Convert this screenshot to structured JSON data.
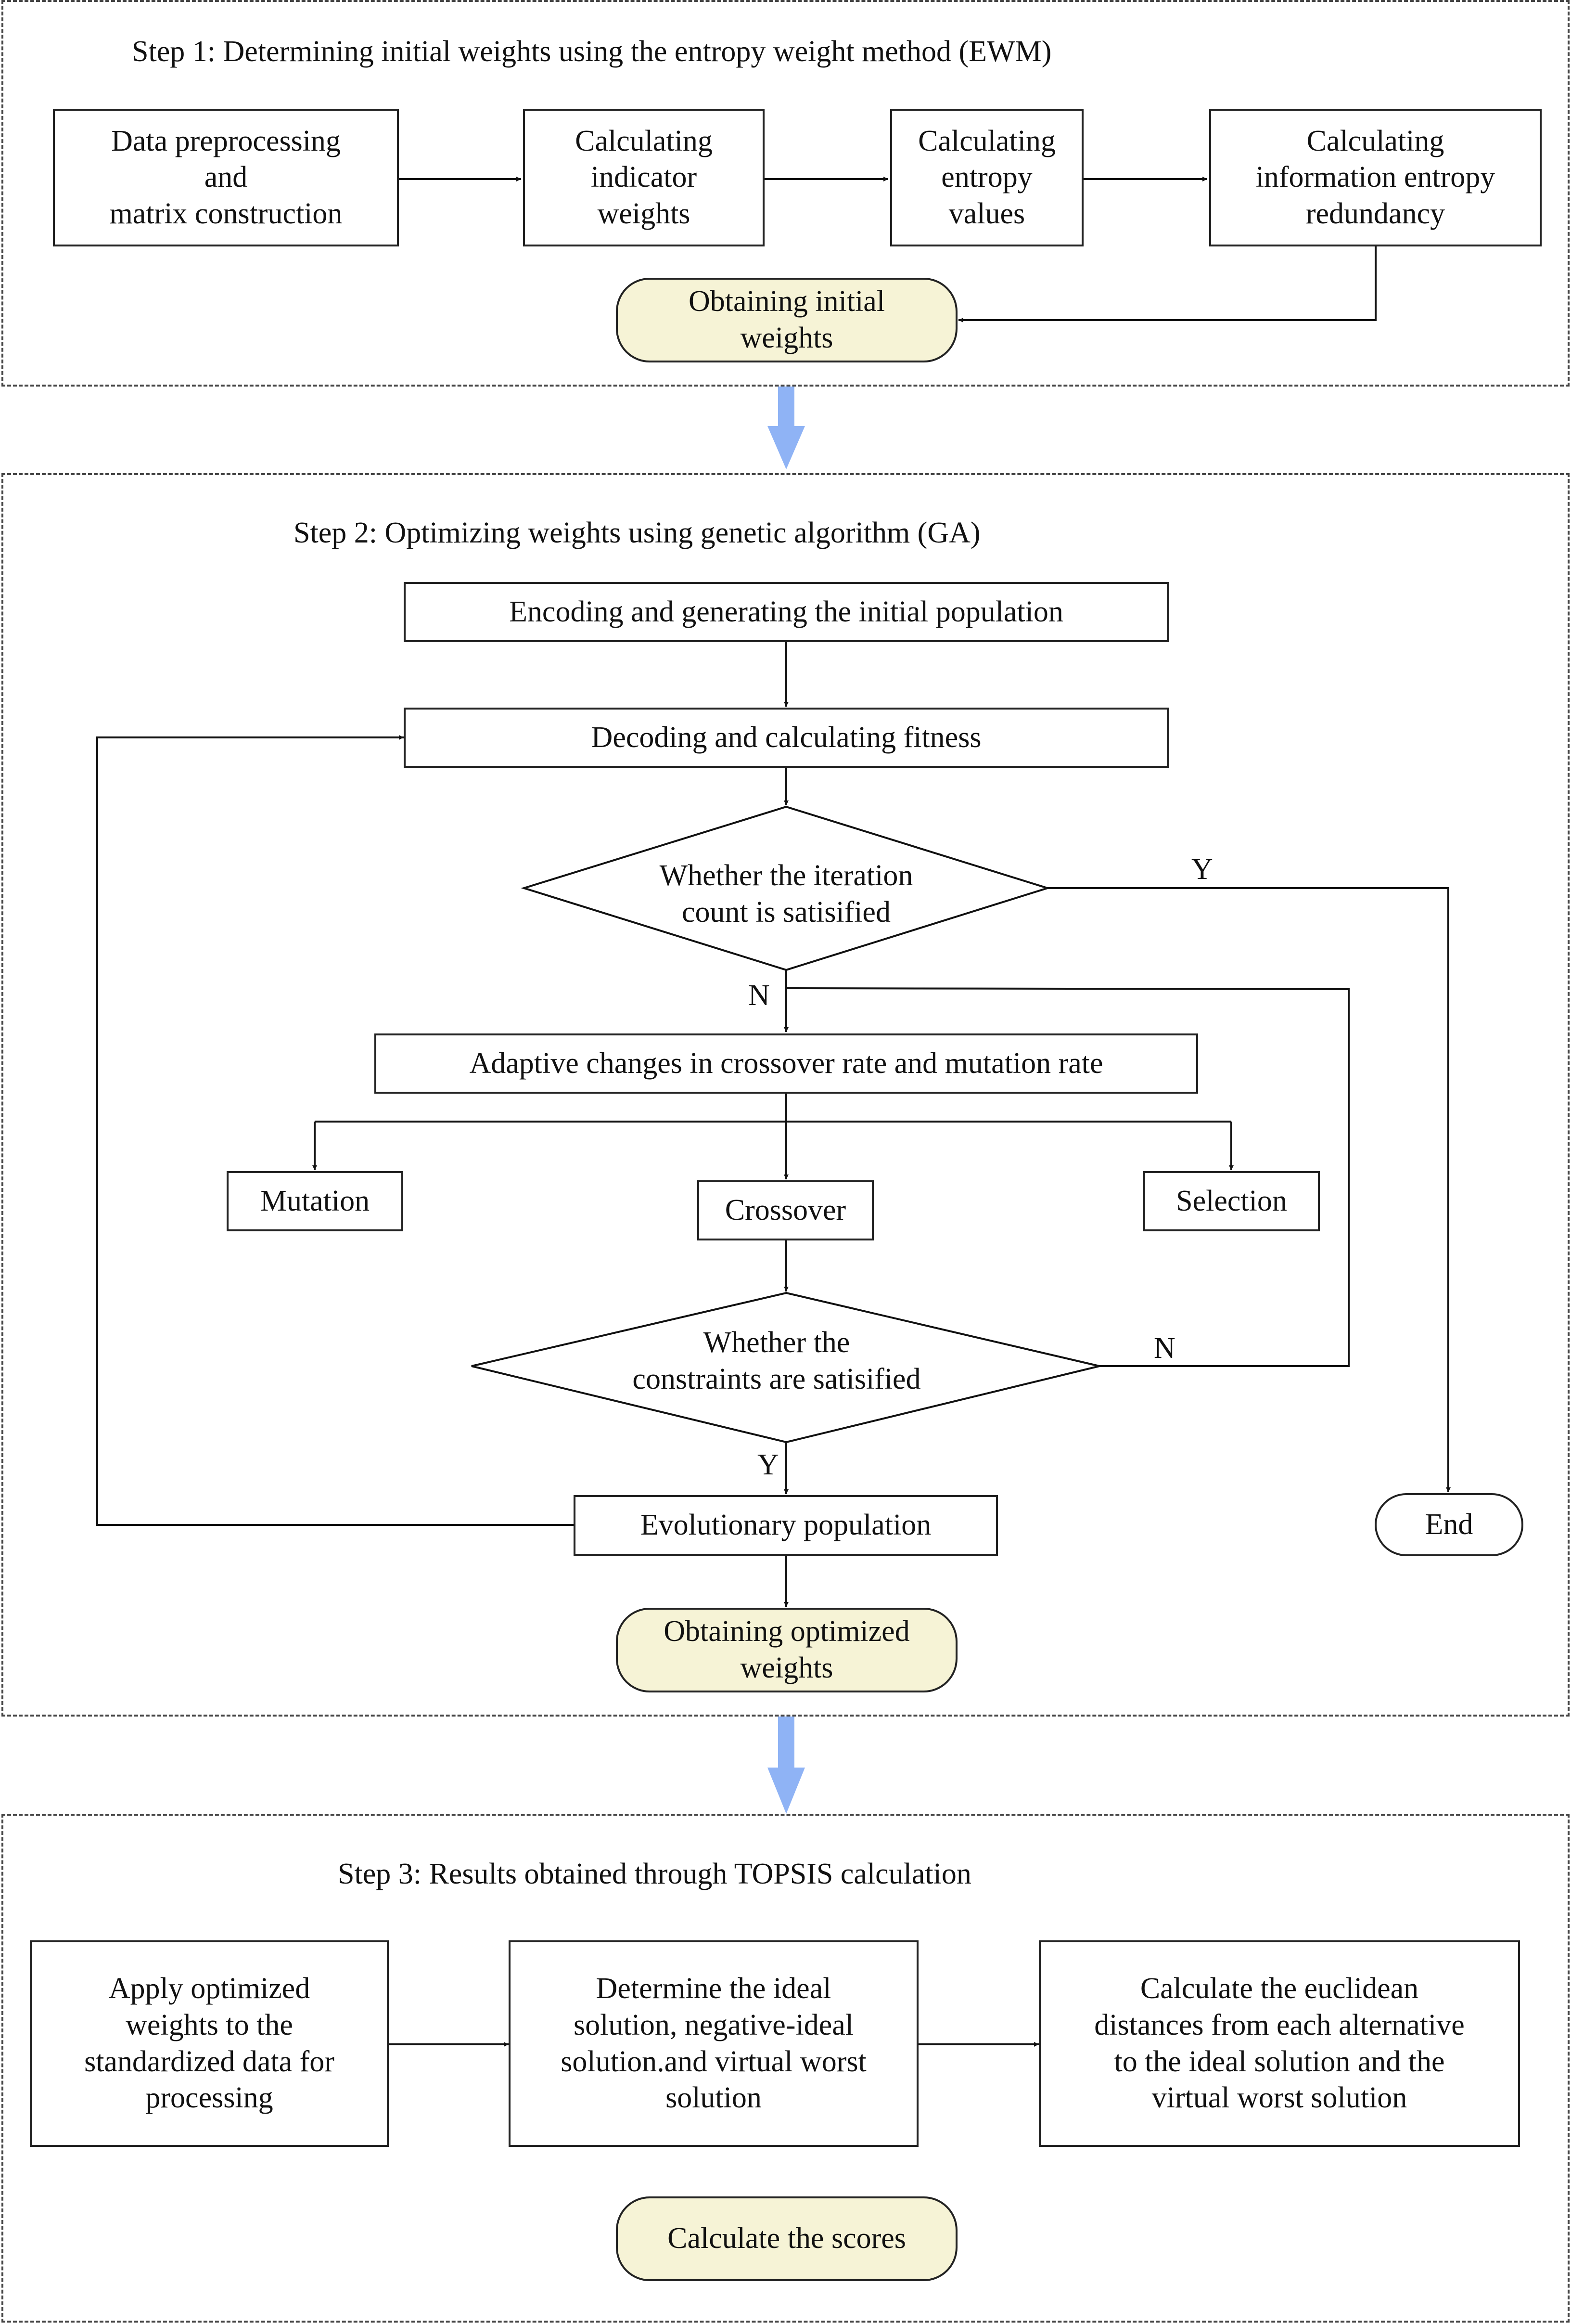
{
  "step1": {
    "title": "Step 1: Determining initial weights using the entropy weight method (EWM)",
    "data_preprocessing": "Data preprocessing\nand\nmatrix construction",
    "indicator_weights": "Calculating\nindicator\nweights",
    "entropy_values": "Calculating\nentropy\nvalues",
    "redundancy": "Calculating\ninformation entropy\nredundancy",
    "initial_weights": "Obtaining initial\nweights"
  },
  "step2": {
    "title": "Step 2: Optimizing weights using genetic algorithm (GA)",
    "encoding": "Encoding and generating the initial population",
    "decoding": "Decoding and calculating fitness",
    "iteration_check": "Whether the iteration\ncount is satisified",
    "adaptive": "Adaptive changes in crossover rate and mutation rate",
    "mutation": "Mutation",
    "crossover": "Crossover",
    "selection": "Selection",
    "constraints_check": "Whether the\nconstraints are satisified",
    "evolutionary": "Evolutionary population",
    "end": "End",
    "optimized_weights": "Obtaining optimized\nweights",
    "label_y": "Y",
    "label_n": "N"
  },
  "step3": {
    "title": "Step 3: Results obtained through TOPSIS calculation",
    "apply_weights": "Apply optimized\nweights to the\nstandardized data for\nprocessing",
    "ideal_solution": "Determine the ideal\nsolution, negative-ideal\nsolution.and virtual worst\nsolution",
    "euclidean": "Calculate the euclidean\ndistances from each alternative\nto the ideal solution and the\nvirtual worst solution",
    "scores": "Calculate the scores"
  },
  "colors": {
    "flow_arrow": "#8fb3f5",
    "highlight_fill": "#f6f3d6"
  }
}
